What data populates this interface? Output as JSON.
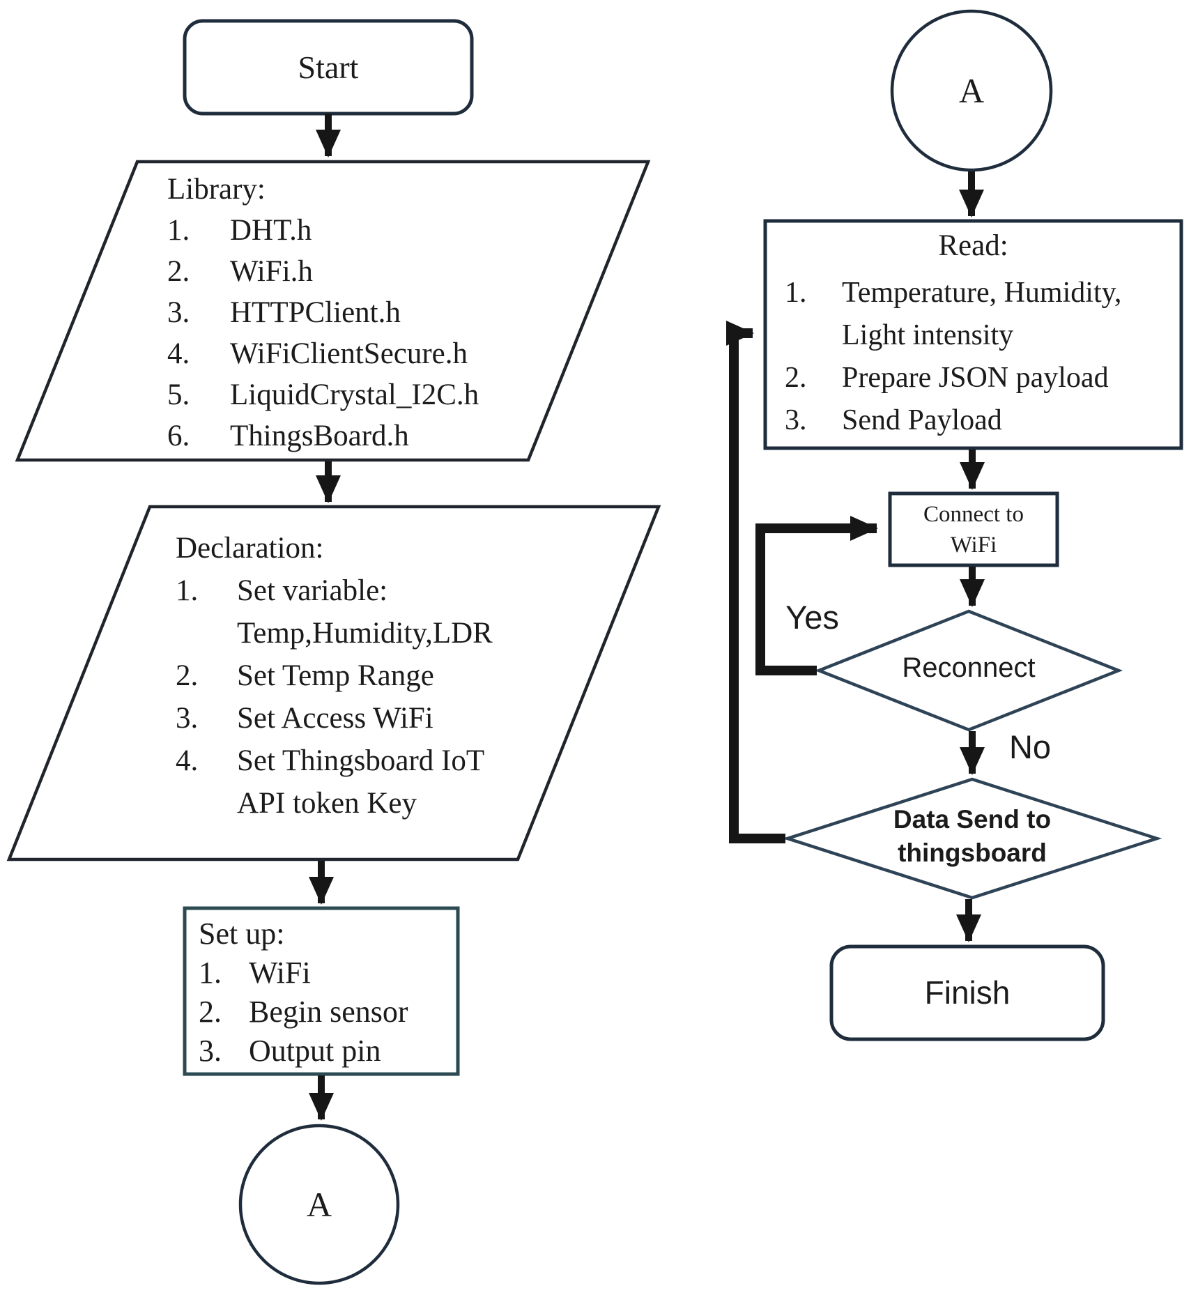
{
  "figure_type": "flowchart",
  "colors": {
    "node-stroke": "#1e2c3c",
    "line-black": "#161616",
    "diamond-stroke": "#2e4356",
    "setup-stroke": "#2c4a52",
    "text": "#1b1b1b",
    "bg": "#ffffff"
  },
  "left": {
    "start": "Start",
    "library": {
      "title": "Library:",
      "items": [
        {
          "num": "1.",
          "text": "DHT.h"
        },
        {
          "num": "2.",
          "text": "WiFi.h"
        },
        {
          "num": "3.",
          "text": "HTTPClient.h"
        },
        {
          "num": "4.",
          "text": "WiFiClientSecure.h"
        },
        {
          "num": "5.",
          "text": "LiquidCrystal_I2C.h"
        },
        {
          "num": "6.",
          "text": "ThingsBoard.h"
        }
      ]
    },
    "declaration": {
      "title": "Declaration:",
      "rows": [
        {
          "num": "1.",
          "text": "Set variable:"
        },
        {
          "num": "",
          "text": "Temp,Humidity,LDR"
        },
        {
          "num": "2.",
          "text": "Set Temp Range"
        },
        {
          "num": "3.",
          "text": "Set Access WiFi"
        },
        {
          "num": "4.",
          "text": "Set Thingsboard IoT"
        },
        {
          "num": "",
          "text": "API token Key"
        }
      ]
    },
    "setup": {
      "title": "Set up:",
      "rows": [
        {
          "num": "1.",
          "text": "WiFi"
        },
        {
          "num": "2.",
          "text": "Begin sensor"
        },
        {
          "num": "3.",
          "text": "Output pin"
        }
      ]
    },
    "connector_a": "A"
  },
  "right": {
    "connector_a": "A",
    "read": {
      "title": "Read:",
      "rows": [
        {
          "num": "1.",
          "text": "Temperature, Humidity,"
        },
        {
          "num": "",
          "text": "Light intensity"
        },
        {
          "num": "2.",
          "text": "Prepare JSON payload"
        },
        {
          "num": "3.",
          "text": "Send Payload"
        }
      ]
    },
    "connect_wifi": {
      "line1": "Connect to",
      "line2": "WiFi"
    },
    "reconnect": "Reconnect",
    "yes_label": "Yes",
    "no_label": "No",
    "data_send": {
      "line1": "Data Send to",
      "line2": "thingsboard"
    },
    "finish": "Finish"
  }
}
